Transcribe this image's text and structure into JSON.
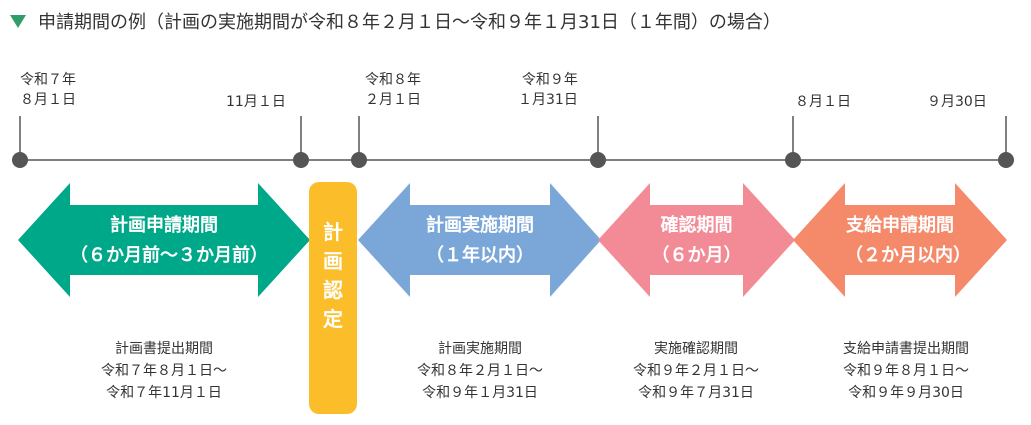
{
  "title": "申請期間の例（計画の実施期間が令和８年２月１日～令和９年１月31日（１年間）の場合）",
  "colors": {
    "accent_triangle": "#2e9e6a",
    "green": "#00a88a",
    "blue": "#7aa7d8",
    "pink": "#f28b96",
    "orange": "#f58a6b",
    "yellow": "#fbbd2a",
    "line": "#555555"
  },
  "timeline": {
    "points": [
      {
        "label_lines": [
          "令和７年",
          "８月１日"
        ]
      },
      {
        "label_lines": [
          "11月１日"
        ]
      },
      {
        "label_lines": [
          "令和８年",
          "２月１日"
        ]
      },
      {
        "label_lines": [
          "令和９年",
          "１月31日"
        ]
      },
      {
        "label_lines": [
          "８月１日"
        ]
      },
      {
        "label_lines": [
          "９月30日"
        ]
      }
    ]
  },
  "periods": [
    {
      "name": "計画申請期間",
      "sub": "（６か月前～３か月前）",
      "desc": [
        "計画書提出期間",
        "令和７年８月１日～",
        "令和７年11月１日"
      ]
    },
    {
      "name": "計画実施期間",
      "sub": "（１年以内）",
      "desc": [
        "計画実施期間",
        "令和８年２月１日～",
        "令和９年１月31日"
      ]
    },
    {
      "name": "確認期間",
      "sub": "（６か月）",
      "desc": [
        "実施確認期間",
        "令和９年２月１日～",
        "令和９年７月31日"
      ]
    },
    {
      "name": "支給申請期間",
      "sub": "（２か月以内）",
      "desc": [
        "支給申請書提出期間",
        "令和９年８月１日～",
        "令和９年９月30日"
      ]
    }
  ],
  "certification": {
    "chars": [
      "計",
      "画",
      "認",
      "定"
    ]
  }
}
